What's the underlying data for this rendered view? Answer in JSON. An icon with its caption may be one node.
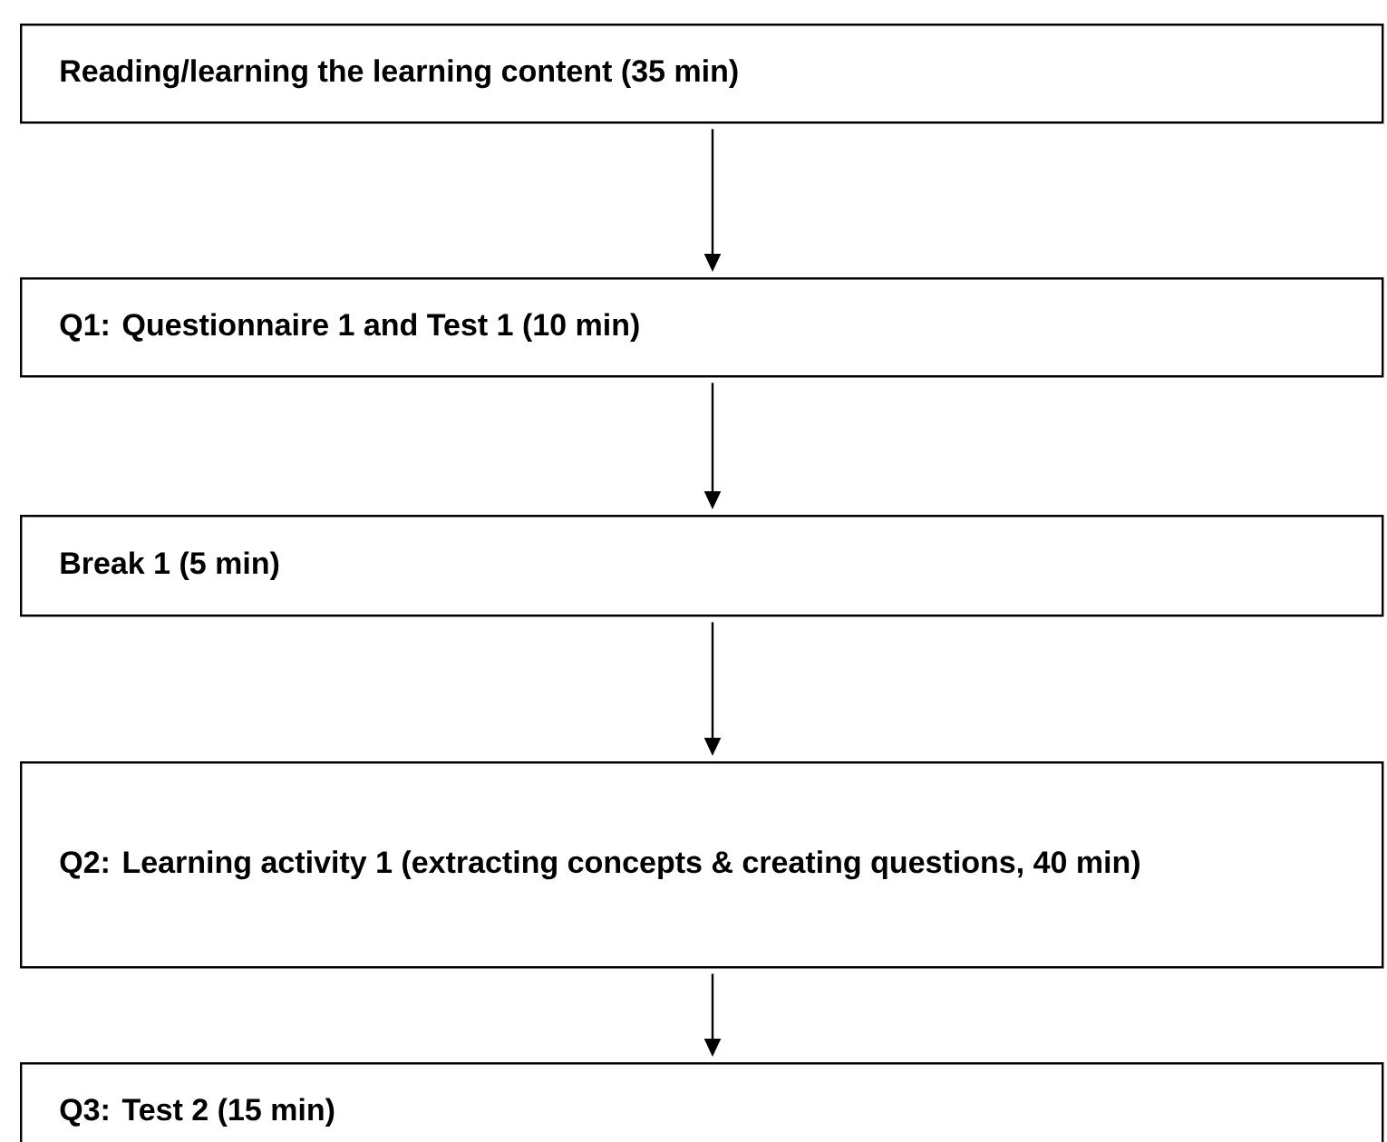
{
  "diagram": {
    "nodes": [
      {
        "text": [
          "Reading/learning the learning content (35 min)"
        ]
      },
      {
        "text": [
          "Q1: Questionnaire 1 and Test 1 (10 min)"
        ]
      },
      {
        "text": [
          "Break 1 (5 min)"
        ]
      },
      {
        "text": [
          "Q2: Learning activity 1 (extracting concepts & creating questions, 40 min)"
        ]
      },
      {
        "text": [
          "Q3: Test 2 (15 min)"
        ]
      }
    ],
    "edges": [
      {
        "from": 0,
        "to": 1,
        "arrow": "to"
      },
      {
        "from": 1,
        "to": 2,
        "arrow": "to"
      },
      {
        "from": 2,
        "to": 3,
        "arrow": "to"
      },
      {
        "from": 3,
        "to": 4,
        "arrow": "to"
      }
    ]
  }
}
